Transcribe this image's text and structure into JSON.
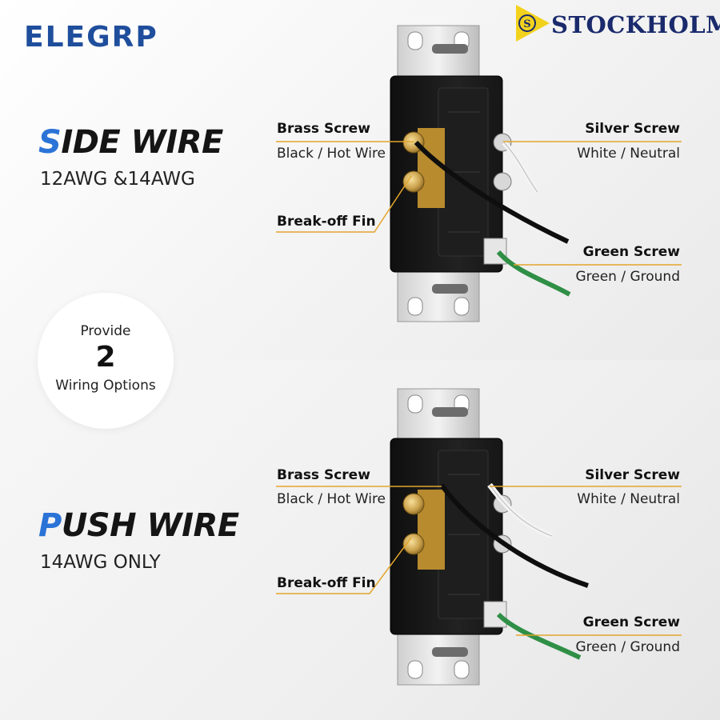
{
  "brand": "ELEGRP",
  "watermark": "STOCKHOLM",
  "center_badge": {
    "line1": "Provide",
    "number": "2",
    "line3": "Wiring Options"
  },
  "side_wire": {
    "title_first": "S",
    "title_rest": "IDE WIRE",
    "subtitle": "12AWG &14AWG",
    "labels": {
      "brass_screw": "Brass Screw",
      "black_hot": "Black / Hot Wire",
      "break_off": "Break-off Fin",
      "silver_screw": "Silver Screw",
      "white_neutral": "White / Neutral",
      "green_screw": "Green Screw",
      "green_ground": "Green / Ground"
    }
  },
  "push_wire": {
    "title_first": "P",
    "title_rest": "USH WIRE",
    "subtitle": "14AWG ONLY",
    "labels": {
      "brass_screw": "Brass Screw",
      "black_hot": "Black / Hot Wire",
      "break_off": "Break-off Fin",
      "silver_screw": "Silver Screw",
      "white_neutral": "White / Neutral",
      "green_screw": "Green Screw",
      "green_ground": "Green / Ground"
    }
  },
  "colors": {
    "accent_blue": "#2b73d6",
    "brand_blue": "#1f4e9c",
    "callout": "#e3a52c",
    "brass": "#c9a04a"
  }
}
